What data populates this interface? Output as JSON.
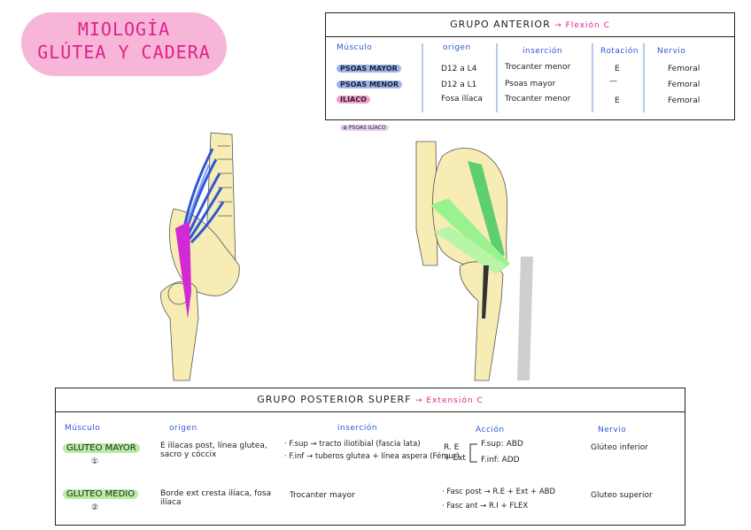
{
  "title": {
    "line1": "MIOLOGÍA",
    "line2": "GLÚTEA Y CADERA"
  },
  "anterior": {
    "heading": "GRUPO   ANTERIOR",
    "heading_accent": "→ Flexión C",
    "columns": [
      "Músculo",
      "origen",
      "inserción",
      "Rotación",
      "Nervio"
    ],
    "rows": [
      {
        "muscle": "PSOAS MAYOR",
        "origin": "D12 a L4",
        "insertion": "Trocanter menor",
        "rotation": "E",
        "nerve": "Femoral"
      },
      {
        "muscle": "PSOAS MENOR",
        "origin": "D12 a L1",
        "insertion": "Psoas mayor",
        "rotation": "—",
        "nerve": "Femoral"
      },
      {
        "muscle": "ILIACO",
        "origin": "Fosa ilíaca",
        "insertion": "Trocanter menor",
        "rotation": "E",
        "nerve": "Femoral"
      }
    ],
    "tag": "⊕ PSOAS ILÍACO"
  },
  "posterior": {
    "heading": "GRUPO  POSTERIOR  SUPERF",
    "heading_accent": "→ Extensión C",
    "columns": [
      "Músculo",
      "origen",
      "inserción",
      "Acción",
      "Nervio"
    ],
    "rows": [
      {
        "muscle": "GLUTEO MAYOR",
        "num": "①",
        "origin": "E ilíacas post, línea glutea, sacro y cóccix",
        "insertion_1": "· F.sup → tracto iliotibial (fascia lata)",
        "insertion_2": "· F.inf → tuberos glutea + línea aspera (Fémur)",
        "action_1": "R. E",
        "action_2": "+ Ext",
        "action_3": "F.sup: ABD",
        "action_4": "F.inf: ADD",
        "nerve": "Glúteo inferior"
      },
      {
        "muscle": "GLUTEO MEDIO",
        "num": "②",
        "origin": "Borde ext cresta ilíaca, fosa ilíaca",
        "insertion_1": "Trocanter mayor",
        "action_1": "· Fasc post → R.E + Ext + ABD",
        "action_2": "· Fasc ant → R.I + FLEX",
        "nerve": "Gluteo superior"
      }
    ]
  },
  "colors": {
    "pink": "#e0218a",
    "blue": "#2f58d6",
    "bone": "#f6ecb4",
    "green": "#8fe08a"
  }
}
